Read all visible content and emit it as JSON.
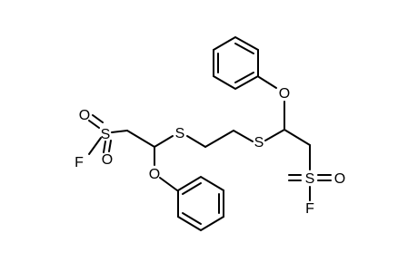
{
  "atoms": {
    "f_left": "F",
    "s_sulfonyl_left": "S",
    "o_sulfonyl_left_top": "O",
    "o_sulfonyl_left_bottom": "O",
    "s_thio_left": "S",
    "o_ether_left": "O",
    "s_thio_right": "S",
    "o_ether_right": "O",
    "s_sulfonyl_right": "S",
    "o_sulfonyl_right": "O",
    "f_right": "F"
  },
  "colors": {
    "bond": "#000000",
    "background": "#ffffff"
  }
}
